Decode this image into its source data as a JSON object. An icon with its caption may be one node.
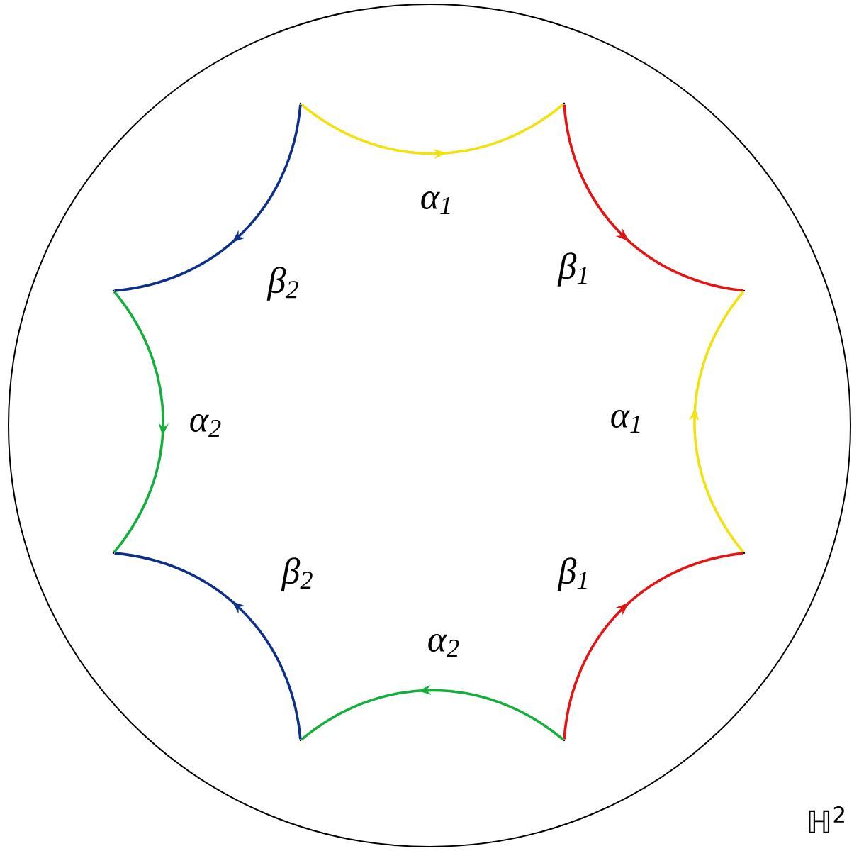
{
  "diagram": {
    "nodes": [
      {
        "text": [],
        "shape": "dot"
      },
      {
        "text": [],
        "shape": "dot"
      },
      {
        "text": [],
        "shape": "dot"
      },
      {
        "text": [],
        "shape": "dot"
      },
      {
        "text": [],
        "shape": "dot"
      },
      {
        "text": [],
        "shape": "dot"
      },
      {
        "text": [],
        "shape": "dot"
      },
      {
        "text": [],
        "shape": "dot"
      }
    ],
    "edges": [
      {
        "from": 0,
        "to": 1,
        "arrow": "to",
        "label": "α$_{1}$",
        "color": "#f2e20a"
      },
      {
        "from": 1,
        "to": 2,
        "arrow": "to",
        "label": "β$_{1}$",
        "color": "#e81212"
      },
      {
        "from": 3,
        "to": 2,
        "arrow": "to",
        "label": "α$_{1}$",
        "color": "#f2e20a"
      },
      {
        "from": 4,
        "to": 3,
        "arrow": "to",
        "label": "β$_{1}$",
        "color": "#e81212"
      },
      {
        "from": 4,
        "to": 5,
        "arrow": "to",
        "label": "α$_{2}$",
        "color": "#12b03a"
      },
      {
        "from": 5,
        "to": 6,
        "arrow": "to",
        "label": "β$_{2}$",
        "color": "#0c2f8a"
      },
      {
        "from": 7,
        "to": 6,
        "arrow": "to",
        "label": "α$_{2}$",
        "color": "#12b03a"
      },
      {
        "from": 0,
        "to": 7,
        "arrow": "to",
        "label": "β$_{2}$",
        "color": "#0c2f8a"
      }
    ],
    "labels": [
      "ℍ$^{2}$"
    ]
  }
}
